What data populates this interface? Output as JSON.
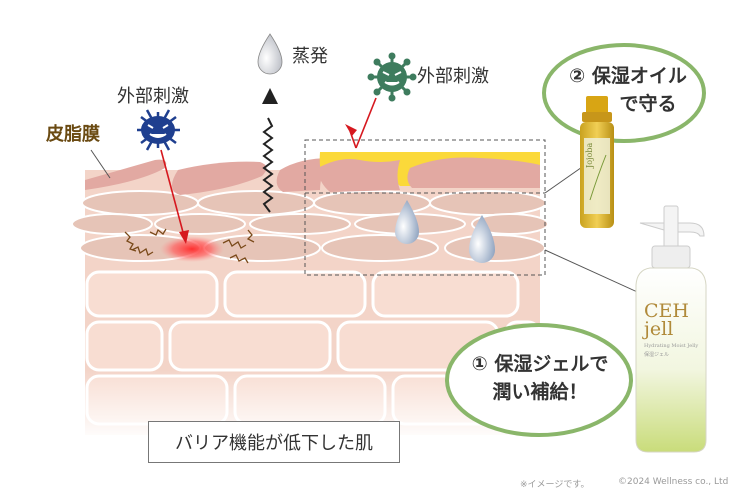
{
  "labels": {
    "evaporation": "蒸発",
    "external_left": "外部刺激",
    "external_right": "外部刺激",
    "sebum": "皮脂膜",
    "caption": "バリア機能が低下した肌"
  },
  "callouts": {
    "oil_line1": "② 保湿オイル",
    "oil_line2": "で守る",
    "gel_line1": "① 保湿ジェルで",
    "gel_line2": "潤い補給！"
  },
  "products": {
    "oil_bottle_text": "Jojoba",
    "gel_brand": "CEH",
    "gel_sub": "jell",
    "gel_small1": "Hydrating Moist Jelly",
    "gel_small2": "保湿ジェル"
  },
  "footer": {
    "note": "※イメージです。",
    "copyright": "©2024 Wellness co., Ltd"
  },
  "colors": {
    "sebum_pink": "#e2a9a2",
    "oil_yellow": "#fbd93a",
    "cell_beige": "#f4d3c6",
    "callout_green": "#8ab66a",
    "virus_blue": "#1f3f8f",
    "virus_green": "#3e7c5e",
    "arrow_red": "#d6181f"
  }
}
